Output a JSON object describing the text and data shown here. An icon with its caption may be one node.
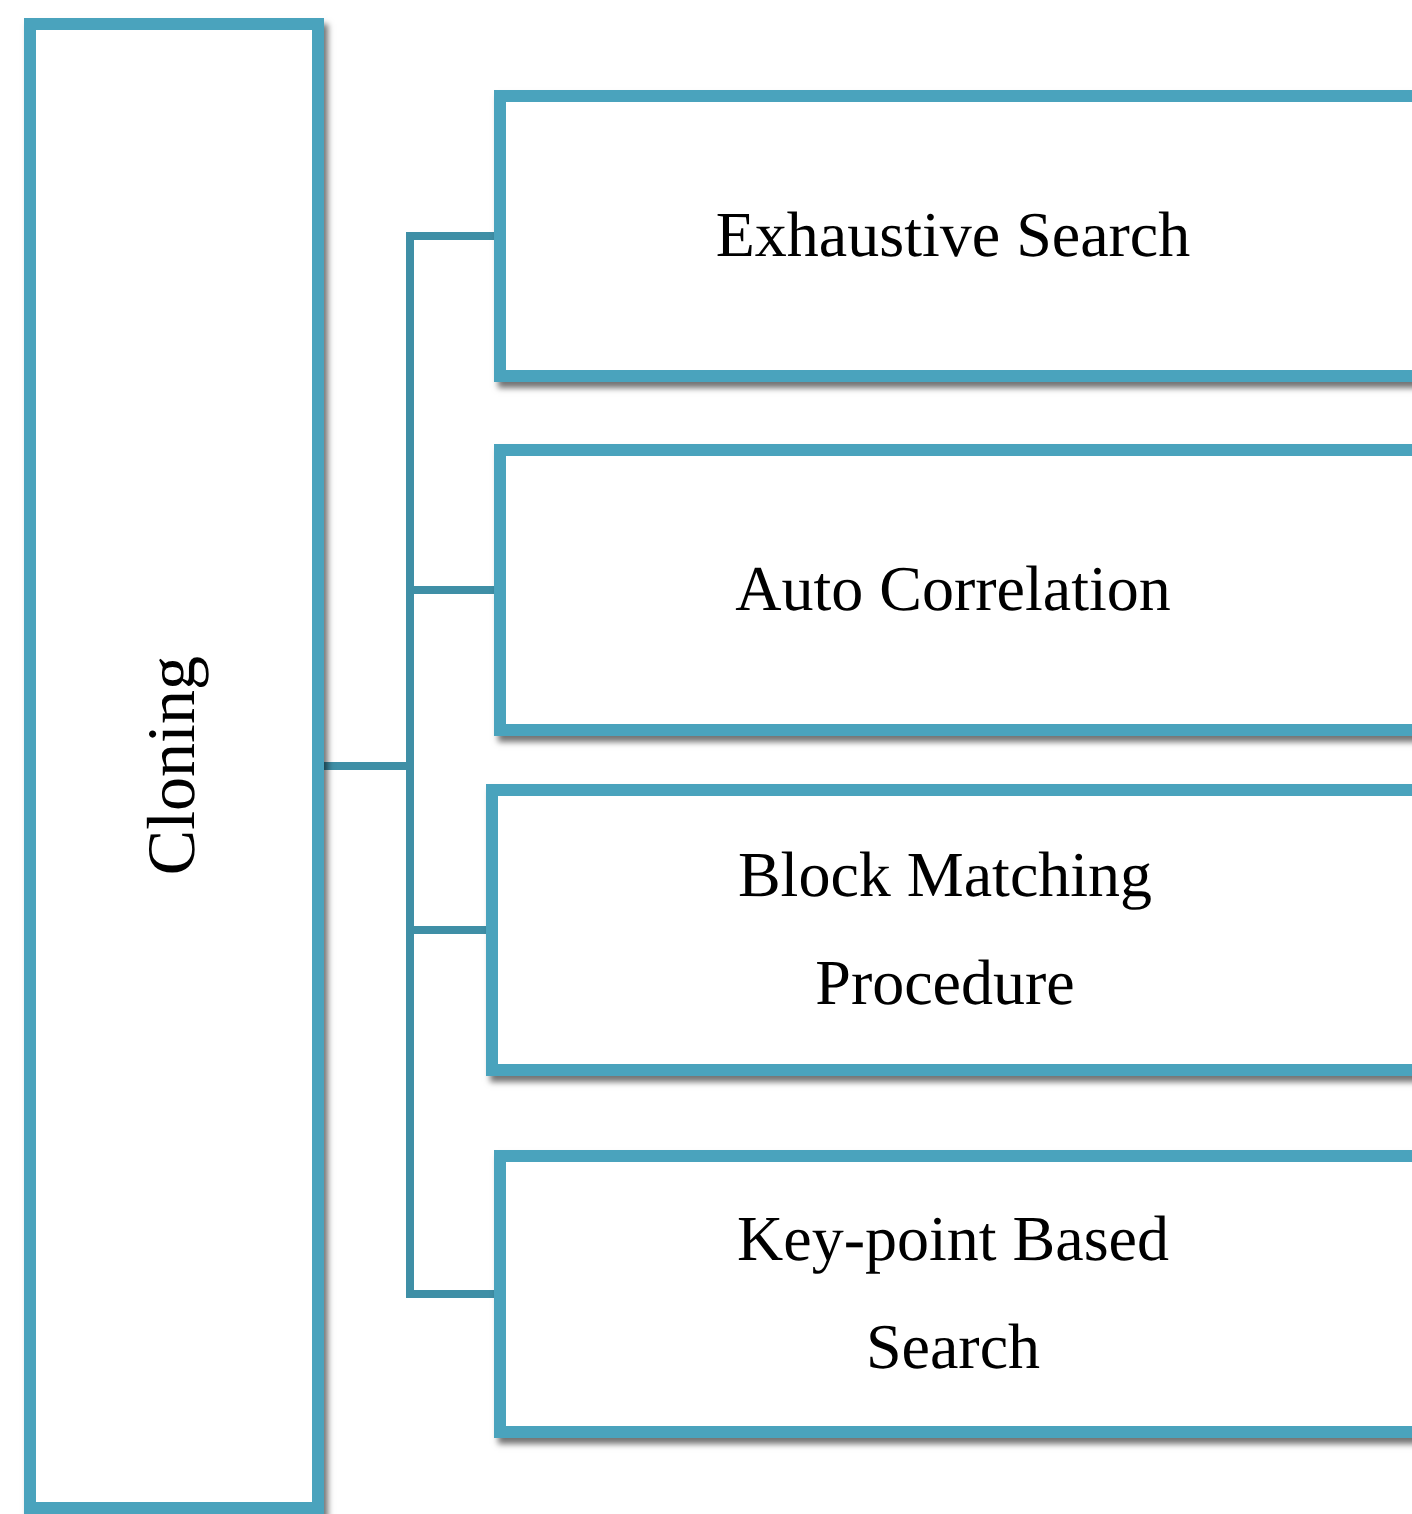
{
  "diagram": {
    "nodes": [
      {
        "text": [
          "Cloning"
        ]
      },
      {
        "text": [
          "Exhaustive Search"
        ]
      },
      {
        "text": [
          "Auto Correlation"
        ]
      },
      {
        "text": [
          "Block Matching Procedure"
        ]
      },
      {
        "text": [
          "Key-point Based Search"
        ]
      }
    ],
    "edges": [
      {
        "from": 0,
        "to": 1,
        "arrow": "none"
      },
      {
        "from": 0,
        "to": 2,
        "arrow": "none"
      },
      {
        "from": 0,
        "to": 3,
        "arrow": "none"
      },
      {
        "from": 0,
        "to": 4,
        "arrow": "none"
      }
    ]
  }
}
